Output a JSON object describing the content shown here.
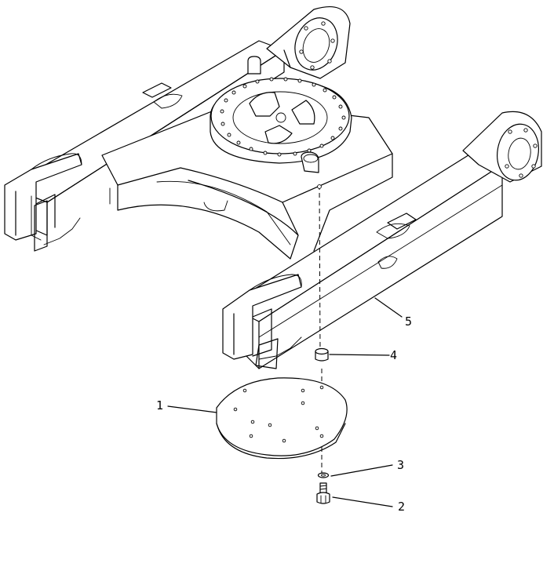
{
  "diagram": {
    "callouts": [
      {
        "id": "plate",
        "label": "1"
      },
      {
        "id": "bolt",
        "label": "2"
      },
      {
        "id": "washer",
        "label": "3"
      },
      {
        "id": "spacer",
        "label": "4"
      },
      {
        "id": "frame",
        "label": "5"
      }
    ],
    "line_color": "#000000",
    "background": "#ffffff"
  }
}
